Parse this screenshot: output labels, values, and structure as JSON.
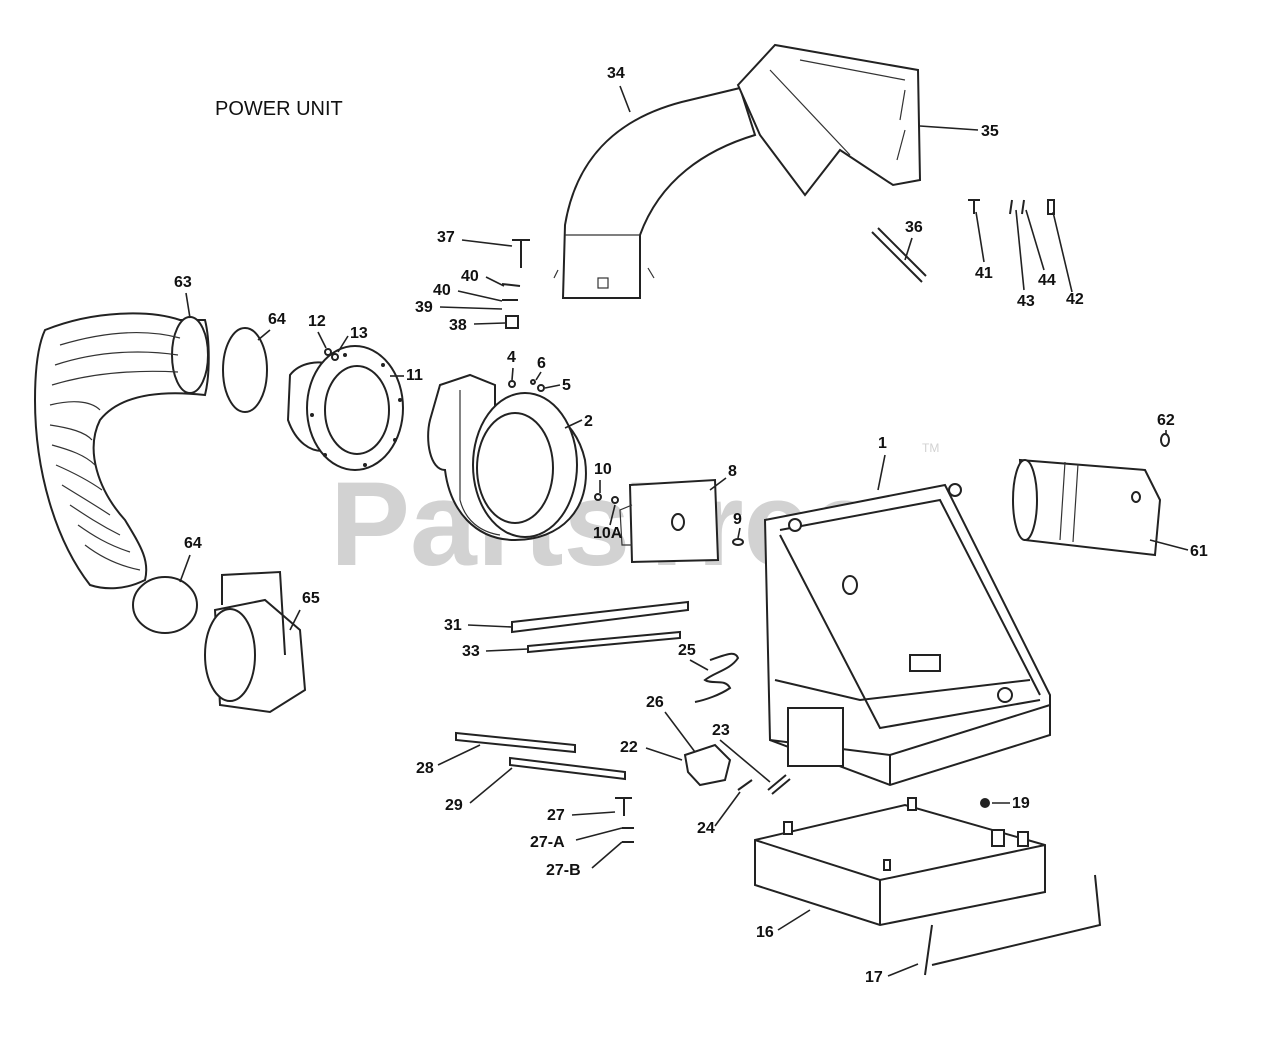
{
  "title": "POWER UNIT",
  "watermark": "PartsTree",
  "trademark": "TM",
  "colors": {
    "ink": "#222222",
    "watermark": "#d2d2d2",
    "background": "#ffffff"
  },
  "callouts": [
    {
      "id": "1",
      "text": "1"
    },
    {
      "id": "2",
      "text": "2"
    },
    {
      "id": "4",
      "text": "4"
    },
    {
      "id": "5",
      "text": "5"
    },
    {
      "id": "6",
      "text": "6"
    },
    {
      "id": "8",
      "text": "8"
    },
    {
      "id": "9",
      "text": "9"
    },
    {
      "id": "10",
      "text": "10"
    },
    {
      "id": "10A",
      "text": "10A"
    },
    {
      "id": "11",
      "text": "11"
    },
    {
      "id": "12",
      "text": "12"
    },
    {
      "id": "13",
      "text": "13"
    },
    {
      "id": "16",
      "text": "16"
    },
    {
      "id": "17",
      "text": "17"
    },
    {
      "id": "19",
      "text": "19"
    },
    {
      "id": "22",
      "text": "22"
    },
    {
      "id": "23",
      "text": "23"
    },
    {
      "id": "24",
      "text": "24"
    },
    {
      "id": "25",
      "text": "25"
    },
    {
      "id": "26",
      "text": "26"
    },
    {
      "id": "27",
      "text": "27"
    },
    {
      "id": "27-A",
      "text": "27-A"
    },
    {
      "id": "27-B",
      "text": "27-B"
    },
    {
      "id": "28",
      "text": "28"
    },
    {
      "id": "29",
      "text": "29"
    },
    {
      "id": "31",
      "text": "31"
    },
    {
      "id": "33",
      "text": "33"
    },
    {
      "id": "34",
      "text": "34"
    },
    {
      "id": "35",
      "text": "35"
    },
    {
      "id": "36",
      "text": "36"
    },
    {
      "id": "37",
      "text": "37"
    },
    {
      "id": "38",
      "text": "38"
    },
    {
      "id": "39",
      "text": "39"
    },
    {
      "id": "40a",
      "text": "40"
    },
    {
      "id": "40b",
      "text": "40"
    },
    {
      "id": "41",
      "text": "41"
    },
    {
      "id": "42",
      "text": "42"
    },
    {
      "id": "43",
      "text": "43"
    },
    {
      "id": "44",
      "text": "44"
    },
    {
      "id": "61",
      "text": "61"
    },
    {
      "id": "62",
      "text": "62"
    },
    {
      "id": "63",
      "text": "63"
    },
    {
      "id": "64a",
      "text": "64"
    },
    {
      "id": "64b",
      "text": "64"
    },
    {
      "id": "65",
      "text": "65"
    }
  ]
}
